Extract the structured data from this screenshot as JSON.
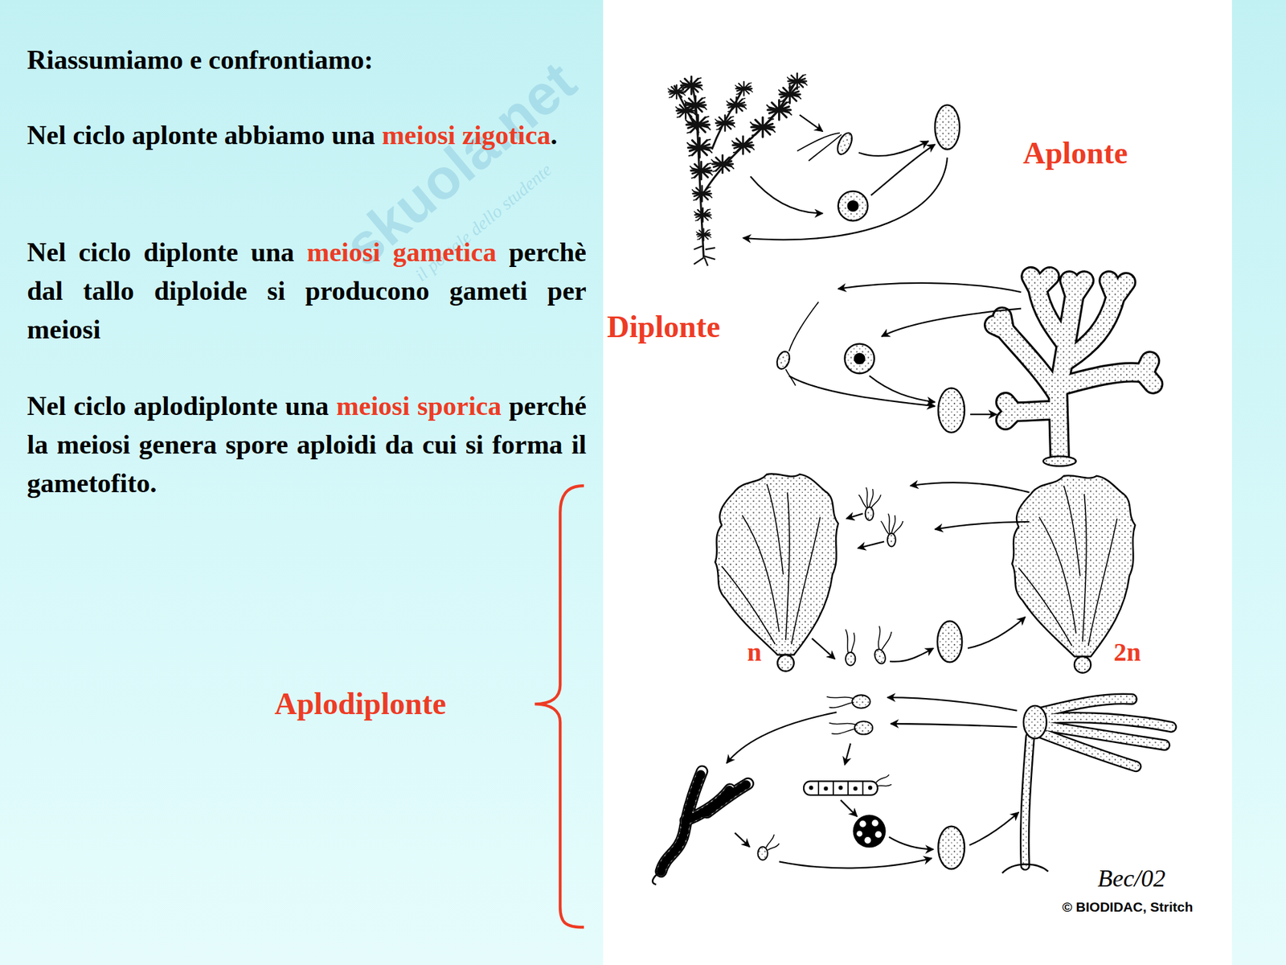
{
  "diagram": {
    "title": "Riassumiamo e confrontiamo:",
    "labels": [
      "Nel ciclo aplonte abbiamo una",
      "meiosi zigotica",
      ".",
      "Nel ciclo diplonte una",
      "meiosi gametica",
      "perchè dal tallo diploide si producono gameti per meiosi",
      "Nel ciclo aplodiplonte una",
      "meiosi sporica",
      "perché la meiosi genera spore aploidi da cui si forma il gametofito.",
      "Aplonte",
      "Diplonte",
      "n",
      "2n",
      "Aplodiplonte",
      "Bec/02",
      "© BIODIDAC, Stritch",
      "skuola.net",
      "il portale dello studente"
    ]
  }
}
